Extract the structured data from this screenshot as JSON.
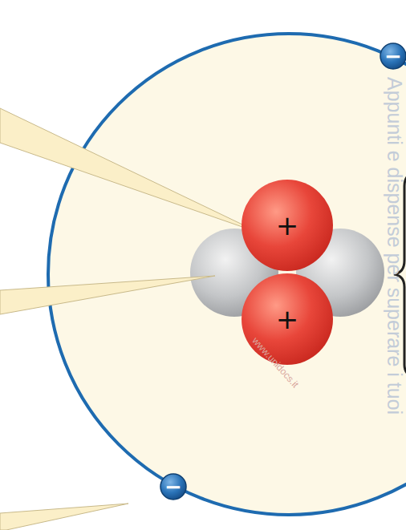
{
  "diagram": {
    "nodes": [
      {
        "text": [
          "−"
        ]
      },
      {
        "text": [
          "+"
        ]
      },
      {
        "text": [
          "+"
        ]
      },
      {
        "text": [
          "−"
        ]
      }
    ],
    "labels": [
      "Appunti e dispense per superare i tuoi",
      "www.unidocs.it"
    ]
  }
}
